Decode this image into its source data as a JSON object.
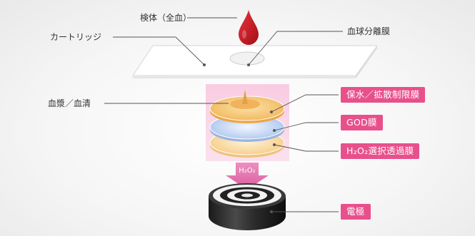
{
  "labels": {
    "specimen": "検体（全血）",
    "cartridge": "カートリッジ",
    "rbc_membrane": "血球分離膜",
    "plasma_serum": "血漿／血清"
  },
  "tags": {
    "protect": "保水／拡散制限膜",
    "god": "GOD膜",
    "h2o2_select": "H₂O₂選択透過膜",
    "electrode": "電極"
  },
  "arrow_label": "H₂O₂",
  "colors": {
    "accent": "#e8508c",
    "blood": "#c4121e"
  }
}
